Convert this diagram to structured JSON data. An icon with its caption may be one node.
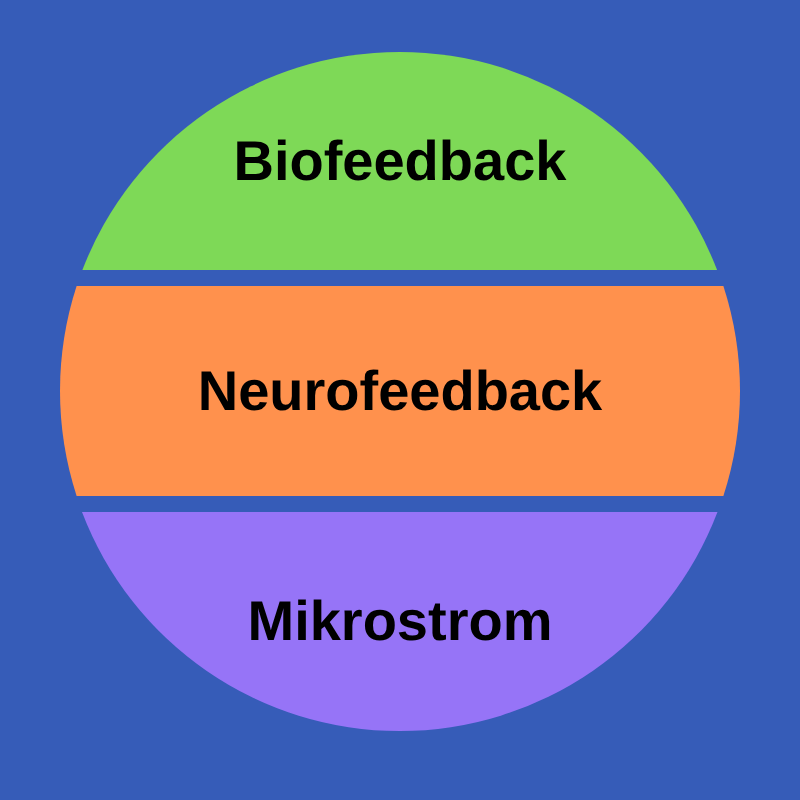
{
  "diagram": {
    "nodes": [
      {
        "text": [
          "Biofeedback"
        ]
      },
      {
        "text": [
          "Neurofeedback"
        ]
      },
      {
        "text": [
          "Mikrostrom"
        ]
      }
    ]
  }
}
